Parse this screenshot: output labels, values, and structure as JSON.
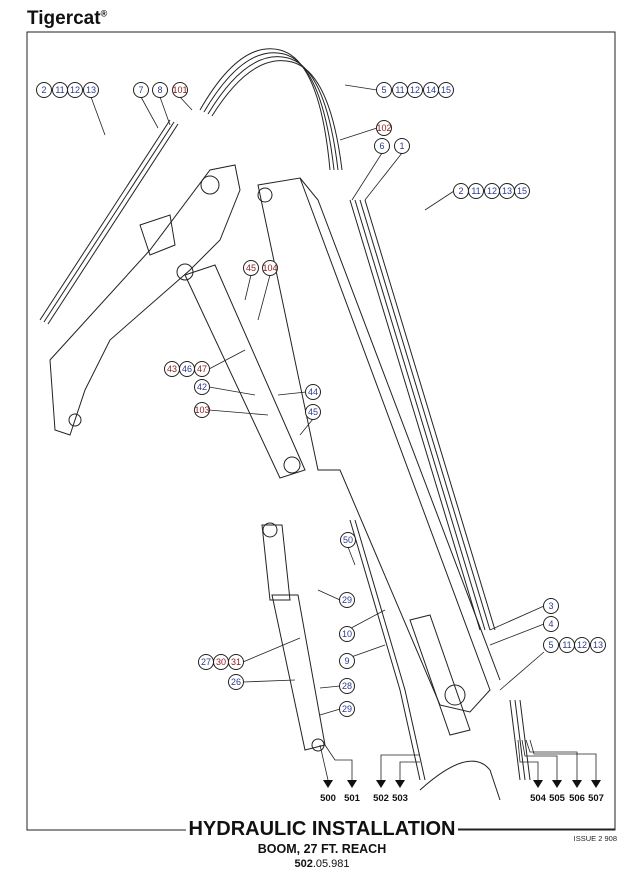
{
  "header": {
    "brand": "Tigercat",
    "brand_mark": "®"
  },
  "colors": {
    "callout_blue": "#2b3b8f",
    "callout_red": "#8a1c1c",
    "line": "#222222"
  },
  "callouts": {
    "g1": [
      "2",
      "11",
      "12",
      "13"
    ],
    "g2": [
      "7",
      "8",
      "101"
    ],
    "g3": [
      "5",
      "11",
      "12",
      "14",
      "15"
    ],
    "c102": "102",
    "g4": [
      "6",
      "1"
    ],
    "g5": [
      "2",
      "11",
      "12",
      "13",
      "15"
    ],
    "g6": [
      "45",
      "104"
    ],
    "g7": [
      "43",
      "46",
      "47"
    ],
    "c42": "42",
    "c103": "103",
    "c44": "44",
    "c45": "45",
    "c50": "50",
    "c29a": "29",
    "c10": "10",
    "c9": "9",
    "c28": "28",
    "c29b": "29",
    "g8": [
      "27",
      "30",
      "31"
    ],
    "c26": "26",
    "c3": "3",
    "c4": "4",
    "g9": [
      "5",
      "11",
      "12",
      "13"
    ]
  },
  "hose_destinations": [
    "500",
    "501",
    "502",
    "503",
    "504",
    "505",
    "506",
    "507"
  ],
  "footer": {
    "title": "HYDRAULIC INSTALLATION",
    "subtitle": "BOOM, 27 FT. REACH",
    "code_bold": "502",
    "code_rest": ".05.981",
    "issue": "ISSUE 2 908"
  }
}
